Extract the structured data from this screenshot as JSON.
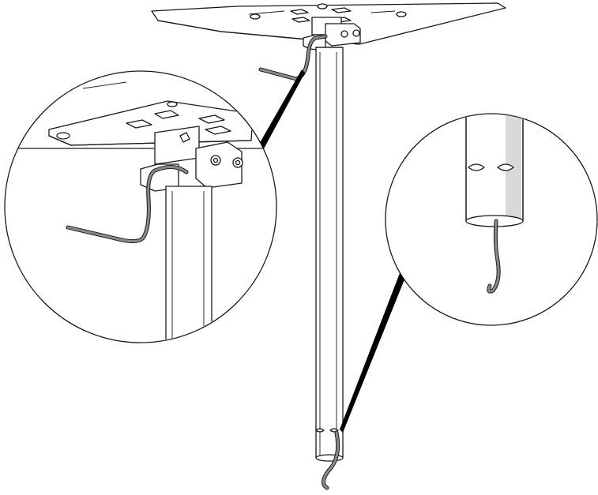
{
  "diagram": {
    "description_visible_text": "",
    "colors": {
      "line": "#1a1a1a",
      "cable": "#8a8a8a",
      "leader": "#000000",
      "background": "#ffffff",
      "shade": "#d9d9d9"
    },
    "parts": [
      "ceiling-plate",
      "mount-bracket",
      "pole",
      "cable",
      "detail-circle-bracket",
      "detail-circle-pole-bottom"
    ]
  }
}
